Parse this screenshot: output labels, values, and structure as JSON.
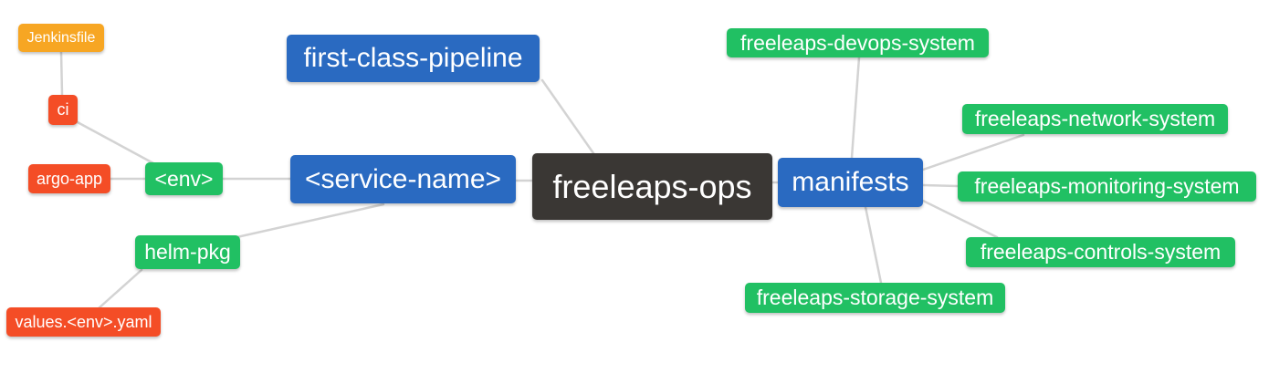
{
  "diagram": {
    "type": "mindmap",
    "root": "freeleaps-ops"
  },
  "nodes": {
    "jenkinsfile": {
      "label": "Jenkinsfile",
      "color": "#f7a623"
    },
    "ci": {
      "label": "ci",
      "color": "#f44d26"
    },
    "argo_app": {
      "label": "argo-app",
      "color": "#f44d26"
    },
    "env": {
      "label": "<env>",
      "color": "#21c063"
    },
    "first_class_pipeline": {
      "label": "first-class-pipeline",
      "color": "#2a6ac1"
    },
    "service_name": {
      "label": "<service-name>",
      "color": "#2a6ac1"
    },
    "freeleaps_ops": {
      "label": "freeleaps-ops",
      "color": "#3a3734"
    },
    "manifests": {
      "label": "manifests",
      "color": "#2a6ac1"
    },
    "helm_pkg": {
      "label": "helm-pkg",
      "color": "#21c063"
    },
    "values_env_yaml": {
      "label": "values.<env>.yaml",
      "color": "#f44d26"
    },
    "devops_system": {
      "label": "freeleaps-devops-system",
      "color": "#21c063"
    },
    "network_system": {
      "label": "freeleaps-network-system",
      "color": "#21c063"
    },
    "monitoring_system": {
      "label": "freeleaps-monitoring-system",
      "color": "#21c063"
    },
    "controls_system": {
      "label": "freeleaps-controls-system",
      "color": "#21c063"
    },
    "storage_system": {
      "label": "freeleaps-storage-system",
      "color": "#21c063"
    }
  },
  "edges": [
    [
      "jenkinsfile",
      "ci"
    ],
    [
      "ci",
      "env"
    ],
    [
      "argo_app",
      "env"
    ],
    [
      "env",
      "service_name"
    ],
    [
      "service_name",
      "helm_pkg"
    ],
    [
      "helm_pkg",
      "values_env_yaml"
    ],
    [
      "first_class_pipeline",
      "freeleaps_ops"
    ],
    [
      "service_name",
      "freeleaps_ops"
    ],
    [
      "freeleaps_ops",
      "manifests"
    ],
    [
      "manifests",
      "devops_system"
    ],
    [
      "manifests",
      "network_system"
    ],
    [
      "manifests",
      "monitoring_system"
    ],
    [
      "manifests",
      "controls_system"
    ],
    [
      "manifests",
      "storage_system"
    ]
  ],
  "palette": {
    "blue": "#2a6ac1",
    "green": "#21c063",
    "orange": "#f7a623",
    "red": "#f44d26",
    "dark": "#3a3734",
    "edge_line": "#d3d3d3",
    "background": "#ffffff",
    "text": "#ffffff"
  }
}
